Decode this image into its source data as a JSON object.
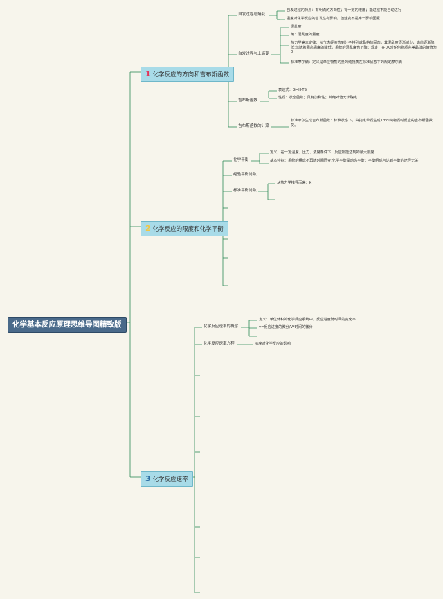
{
  "root": "化学基本反应原理思维导图精致版",
  "branches": [
    {
      "num": "1",
      "label": "化学反应的方向和吉布斯函数",
      "children": [
        {
          "label": "自发过程与熵变",
          "leaves": [
            "自发过程的特点：有明确的方向性；有一定的限度；能过程不能自动进行",
            "温度对化学反应的自发性有影响，但焓变不是唯一影响因素"
          ]
        },
        {
          "label": "自发过程与上熵变",
          "leaves": [
            "混乱度",
            "熵：混乱度的量度",
            "热力学第三定律：从气态经液态到分子排列成晶格的固态，其混乱度逐渐减少，熵值逐渐降低;焓随着固态温度的降低，系统的混乱度也下降；规定，在0K时任何物质完美晶体的熵值为0",
            "标准摩尔熵：定义是单位物质的量的纯物质在标准状态下的规定摩尔熵"
          ]
        },
        {
          "label": "吉布斯函数",
          "leaves": [
            "表达式：G=H-TS",
            "性质：状态函数；具有加和性；其绝对值无法确定"
          ]
        },
        {
          "label": "吉布斯函数的计算",
          "leaves": [
            "标准摩尔生成吉布斯函数：标准状态下，由指定单质生成1mol纯物质时反应的吉布斯函数变。"
          ]
        }
      ]
    },
    {
      "num": "2",
      "label": "化学反应的限度和化学平衡",
      "children": [
        {
          "label": "化学平衡",
          "leaves": [
            "定义：在一定温度、压力、浓度条件下，反应所能达到的最大限度",
            "基本特征：系统的组成不再随时间而变;化学平衡是动态平衡；平衡组成与达到平衡的途径无关"
          ]
        },
        {
          "label": "经验平衡常数",
          "leaves": []
        },
        {
          "label": "标准平衡常数",
          "leaves": [
            "从热力学推导而来：K"
          ]
        }
      ]
    },
    {
      "num": "3",
      "label": "化学反应速率",
      "children": [
        {
          "label": "化学反应速率的概念",
          "leaves": [
            "定义：单位体积的化学反应系统中，反应进度随时间的变化率",
            "v=反应进度的微分/V*时间的微分"
          ]
        },
        {
          "label": "化学反应速率方程",
          "leaves": [
            "浓度对化学反应的影响"
          ]
        }
      ]
    }
  ]
}
